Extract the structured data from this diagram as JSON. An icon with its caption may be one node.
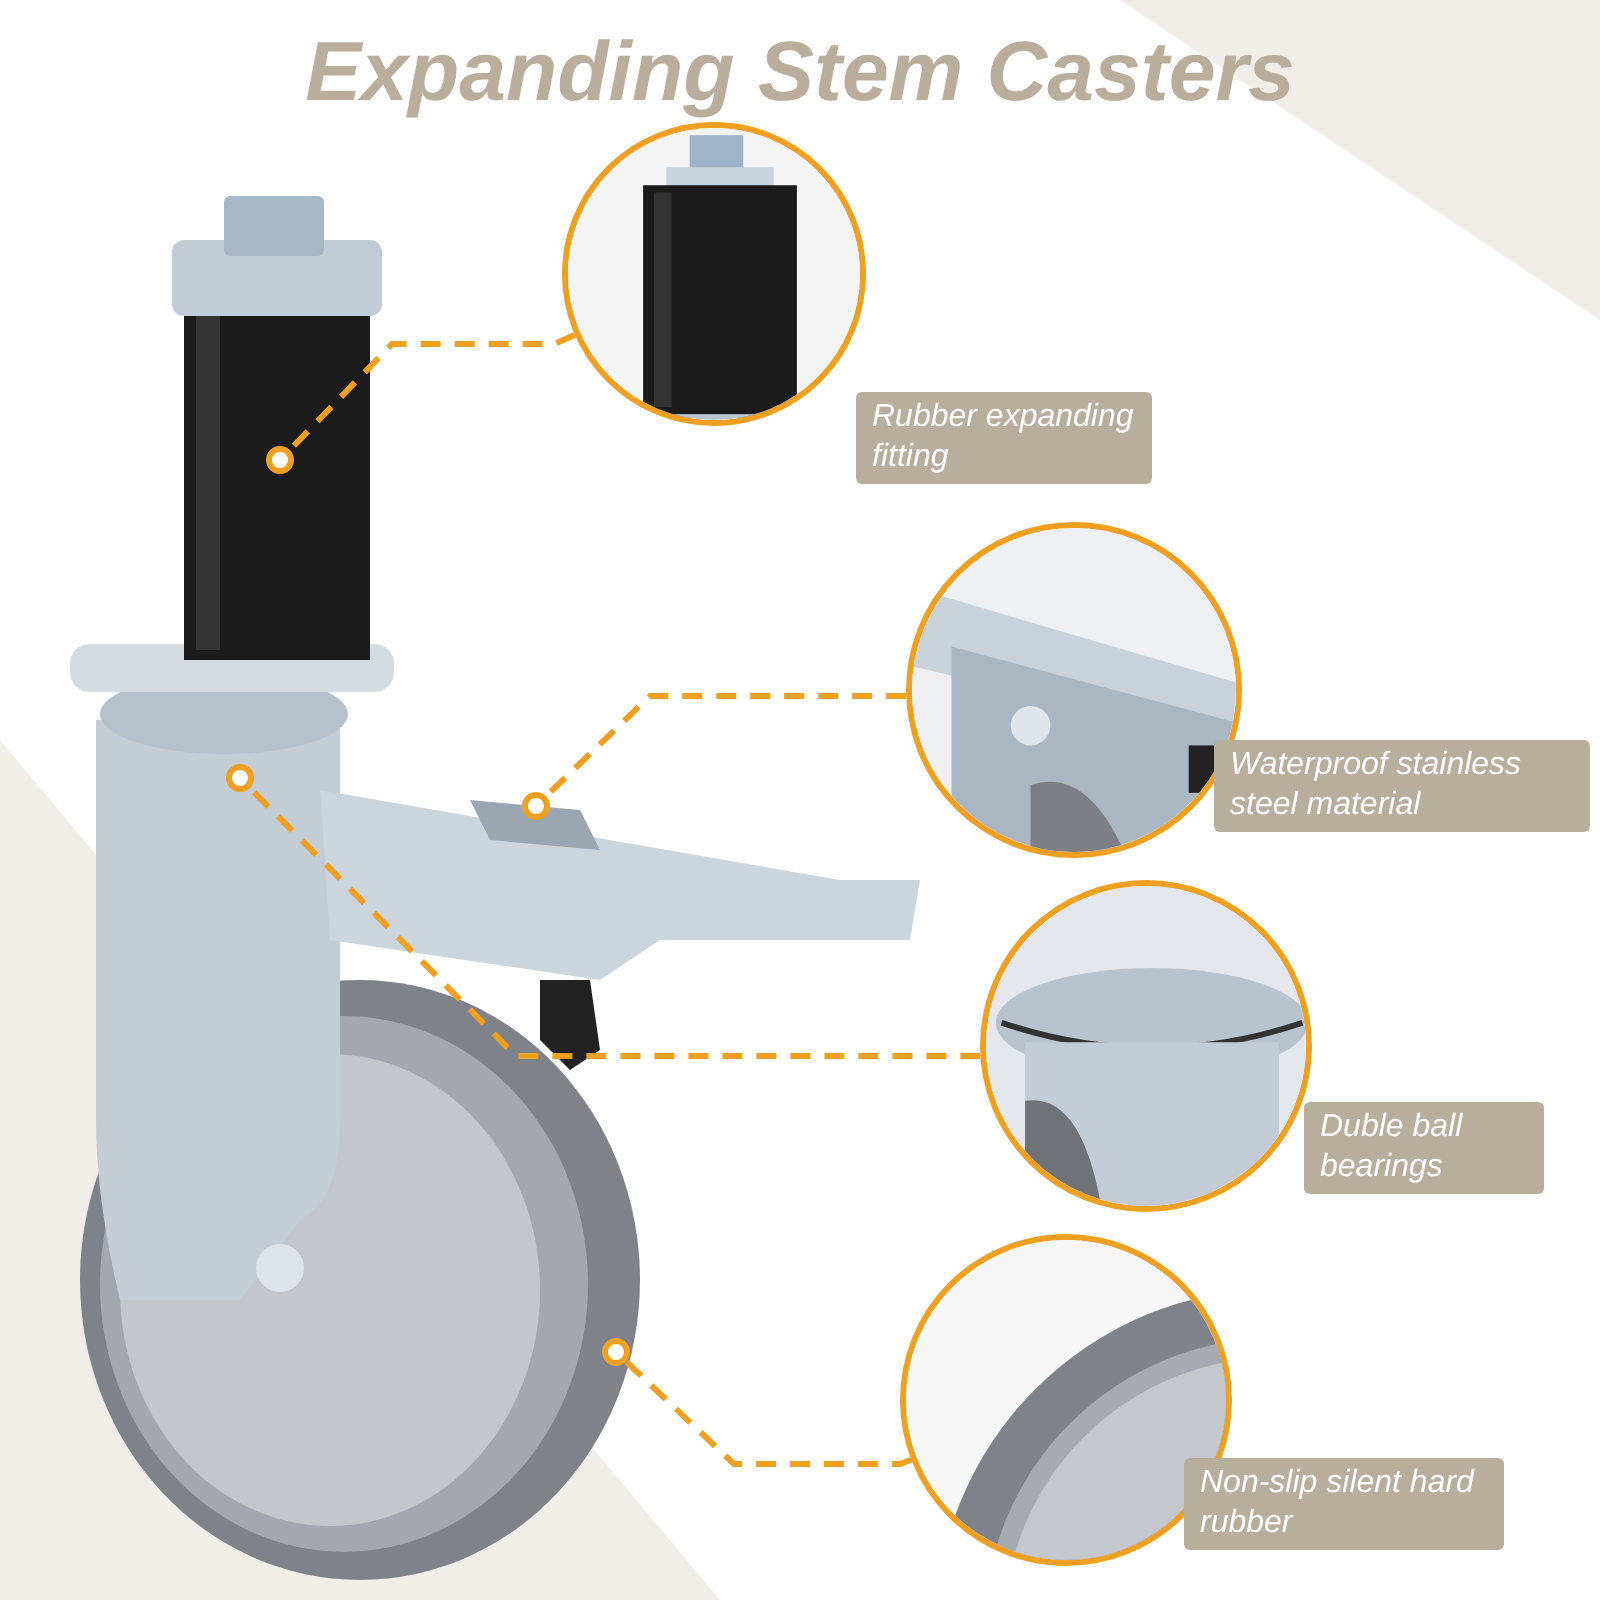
{
  "diagram": {
    "title": "Expanding Stem Casters",
    "nodes": [
      {
        "text": [
          "Rubber expanding fitting"
        ]
      },
      {
        "text": [
          "Waterproof stainless steel material"
        ]
      },
      {
        "text": [
          "Duble ball bearings"
        ]
      },
      {
        "text": [
          "Non-slip silent hard rubber"
        ]
      },
      {
        "text": [],
        "shape": "circle"
      },
      {
        "text": [],
        "shape": "circle"
      },
      {
        "text": [],
        "shape": "circle"
      },
      {
        "text": [],
        "shape": "circle"
      }
    ],
    "edges": [
      {
        "from": 0,
        "to": 4,
        "arrow": "none",
        "style": "dashed"
      },
      {
        "from": 1,
        "to": 5,
        "arrow": "none",
        "style": "dashed"
      },
      {
        "from": 2,
        "to": 6,
        "arrow": "none",
        "style": "dashed"
      },
      {
        "from": 3,
        "to": 7,
        "arrow": "none",
        "style": "dashed"
      }
    ]
  }
}
